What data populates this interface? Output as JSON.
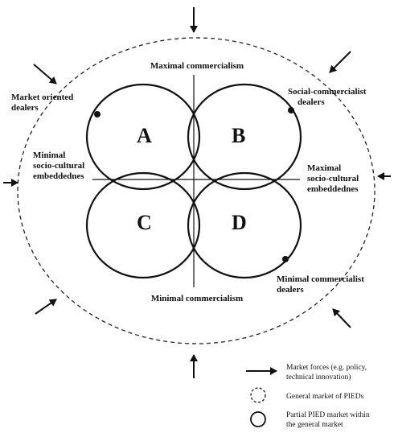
{
  "labels": {
    "top": "Maximal commercialism",
    "bottom": "Minimal commercialism",
    "left_line1": "Minimal",
    "left_line2": "socio-cultural",
    "left_line3": "embeddednes",
    "right_line1": "Maximal",
    "right_line2": "socio-cultural",
    "right_line3": "embeddednes",
    "top_left_line1": "Market oriented",
    "top_left_line2": "dealers",
    "top_right_line1": "Social-commercialist",
    "top_right_line2": "dealers",
    "bottom_right_line1": "Minimal commercialist",
    "bottom_right_line2": "dealers"
  },
  "quadrants": {
    "a": "A",
    "b": "B",
    "c": "C",
    "d": "D"
  },
  "legend": {
    "arrow_line1": "Market forces (e.g. policy,",
    "arrow_line2": "technical innovation)",
    "dashed": "General market of PIEDs",
    "solid_line1": "Partial PIED market within",
    "solid_line2": "the general market"
  }
}
